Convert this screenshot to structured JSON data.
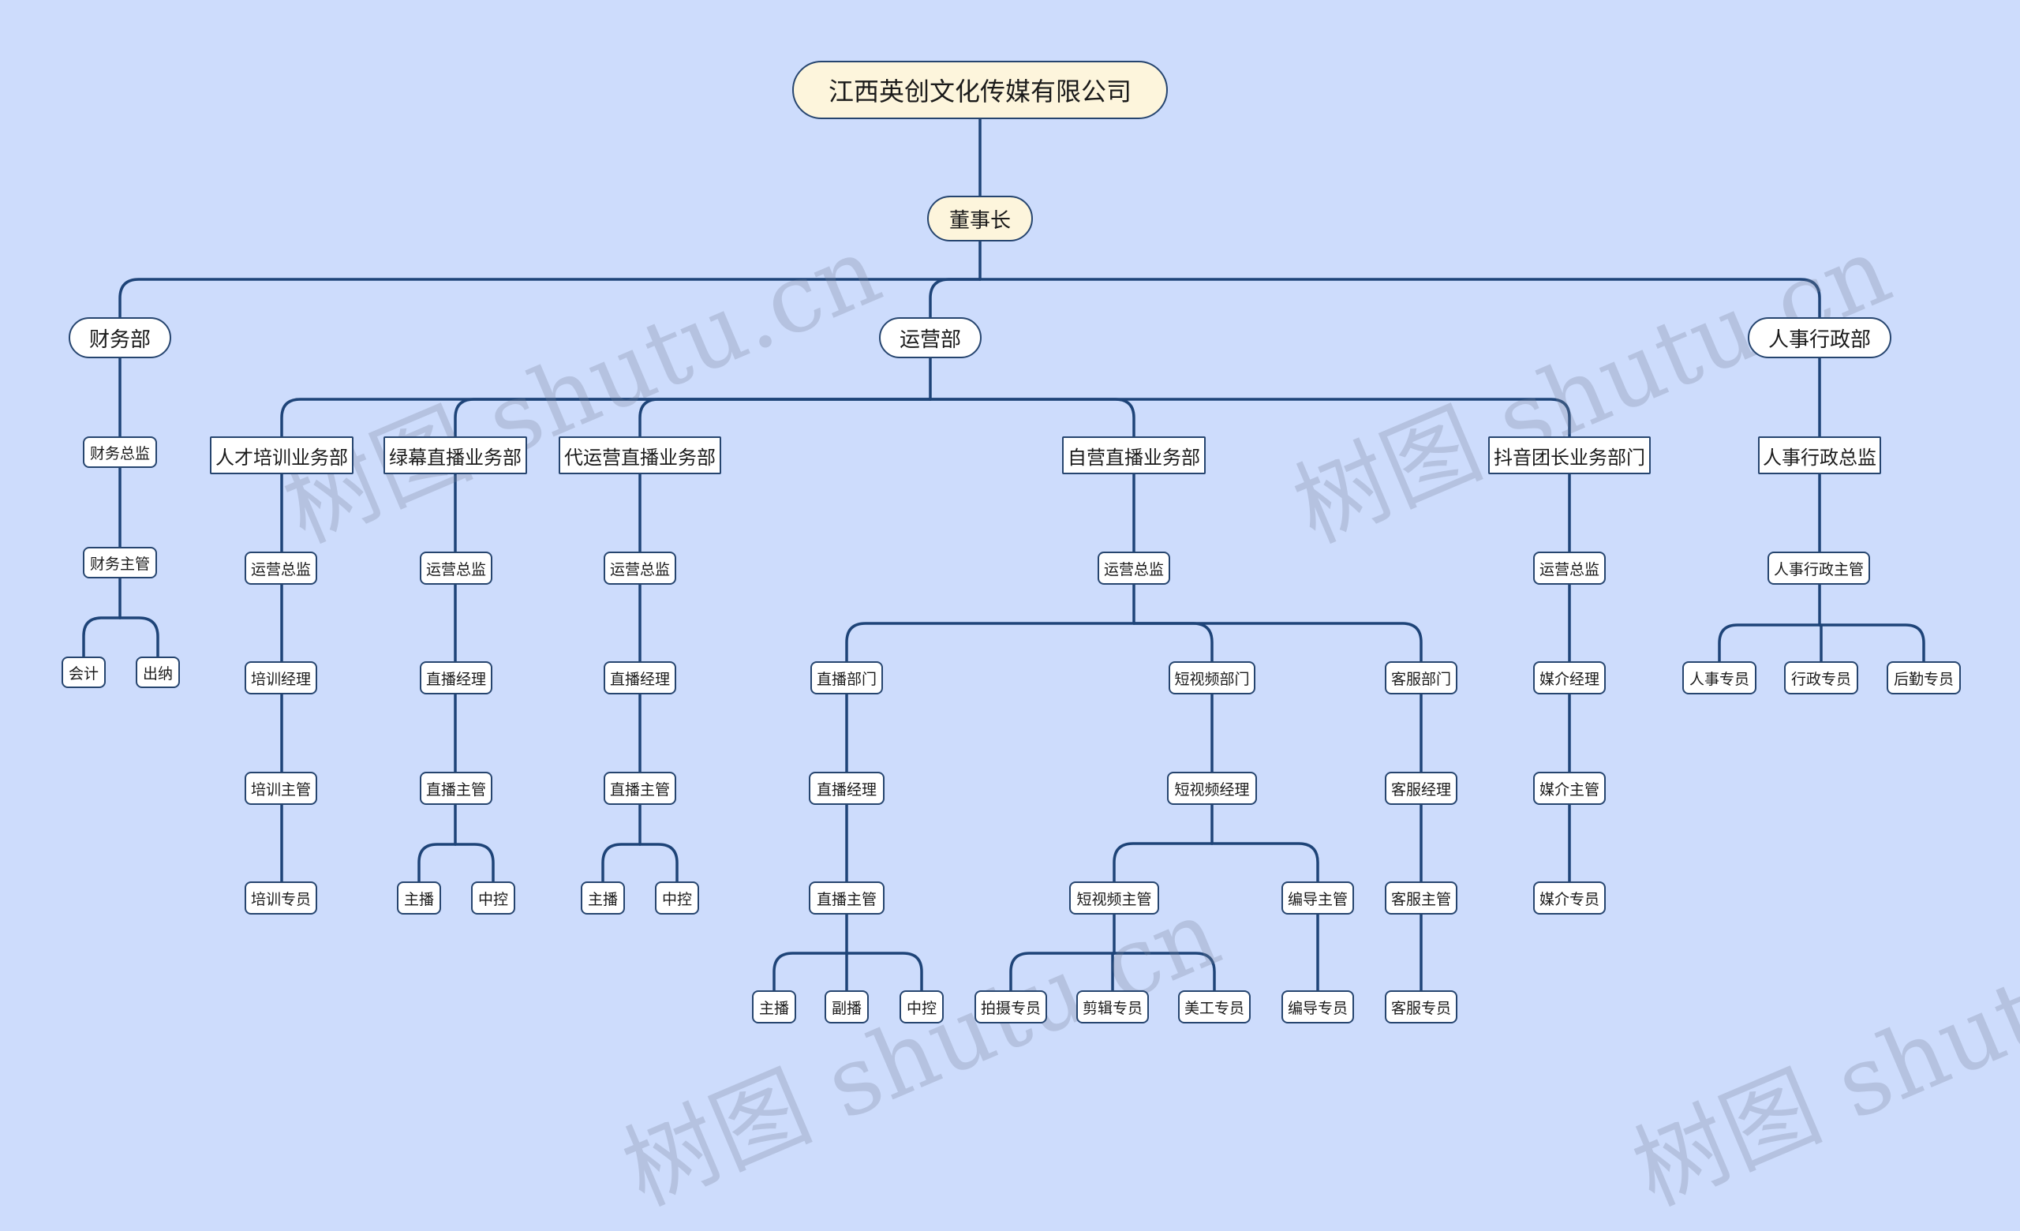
{
  "root": "江西英创文化传媒有限公司",
  "chairman": "董事长",
  "finance": {
    "name": "财务部",
    "director": "财务总监",
    "manager": "财务主管",
    "accountant": "会计",
    "cashier": "出纳"
  },
  "operations": {
    "name": "运营部",
    "talent": {
      "name": "人才培训业务部",
      "l1": "运营总监",
      "l2": "培训经理",
      "l3": "培训主管",
      "l4": "培训专员"
    },
    "green": {
      "name": "绿幕直播业务部",
      "l1": "运营总监",
      "l2": "直播经理",
      "l3": "直播主管",
      "a": "主播",
      "b": "中控"
    },
    "agency": {
      "name": "代运营直播业务部",
      "l1": "运营总监",
      "l2": "直播经理",
      "l3": "直播主管",
      "a": "主播",
      "b": "中控"
    },
    "self": {
      "name": "自营直播业务部",
      "l1": "运营总监",
      "live": {
        "name": "直播部门",
        "manager": "直播经理",
        "supervisor": "直播主管",
        "host": "主播",
        "cohost": "副播",
        "control": "中控"
      },
      "video": {
        "name": "短视频部门",
        "manager": "短视频经理",
        "supervisor": "短视频主管",
        "director_supervisor": "编导主管",
        "camera": "拍摄专员",
        "editing": "剪辑专员",
        "art": "美工专员",
        "director_staff": "编导专员"
      },
      "service": {
        "name": "客服部门",
        "manager": "客服经理",
        "supervisor": "客服主管",
        "staff": "客服专员"
      }
    },
    "douyin": {
      "name": "抖音团长业务部门",
      "l1": "运营总监",
      "l2": "媒介经理",
      "l3": "媒介主管",
      "l4": "媒介专员"
    }
  },
  "hr": {
    "name": "人事行政部",
    "director": "人事行政总监",
    "supervisor": "人事行政主管",
    "hr_staff": "人事专员",
    "admin_staff": "行政专员",
    "logistics_staff": "后勤专员"
  },
  "watermark": "树图 shutu.cn",
  "colors": {
    "background": "#cddcfc",
    "line": "#1e4478",
    "node_fill": "#fdf5dc",
    "node_border": "#26456f"
  }
}
